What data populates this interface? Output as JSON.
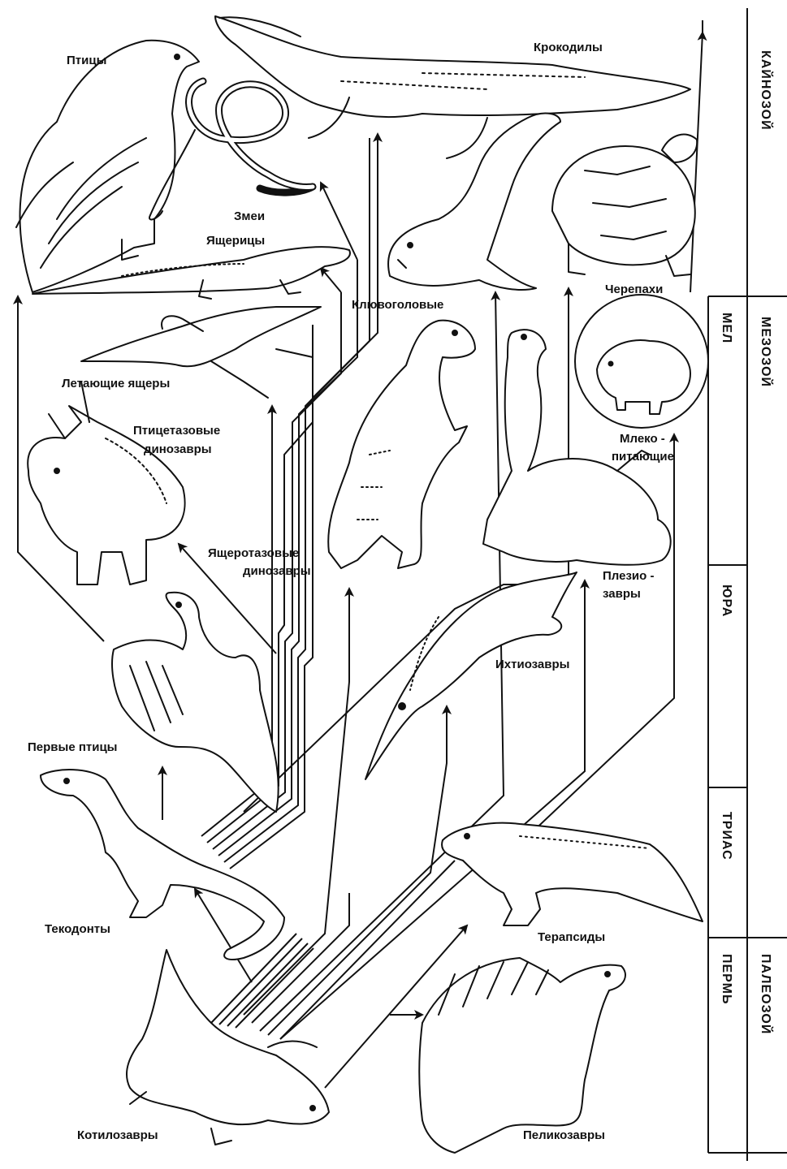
{
  "labels": {
    "ptitsy": "Птицы",
    "krokodily": "Крокодилы",
    "zmei": "Змеи",
    "yashcheritsy": "Ящерицы",
    "klyuvogolovye_1": "Клювоголо",
    "klyuvogolovye_2": "вые",
    "letayushchie": "Летающие ящеры",
    "ptitsetazovye_1": "Птицетазовые",
    "ptitsetazovye_2": "динозавры",
    "yashcherotazovye_1": "Ящеротазовые",
    "yashcherotazovye_2": "динозавры",
    "cherepakhi": "Черепахи",
    "mlekopitayushchie_1": "Млеко -",
    "mlekopitayushchie_2": "питающие",
    "pleziozavry_1": "Плезио -",
    "pleziozavry_2": "завры",
    "ikhtiozavry": "Ихтиозавры",
    "pervye_ptitsy": "Первые птицы",
    "tekodonty": "Текодонты",
    "terapsidy": "Терапсиды",
    "kotilozavry": "Котилозавры",
    "pelikozavry": "Пеликозавры"
  },
  "timeline": {
    "eras": [
      "КАЙНОЗОЙ",
      "МЕЗОЗОЙ",
      "ПАЛЕОЗОЙ"
    ],
    "periods": [
      "МЕЛ",
      "ЮРА",
      "ТРИАС",
      "ПЕРМЬ"
    ]
  },
  "drawings": [
    "bird-eagle",
    "crocodile",
    "snake",
    "lizard",
    "tuatara",
    "turtle",
    "pterosaur",
    "triceratops",
    "theropod",
    "sauropod",
    "mammal",
    "ichthyosaur",
    "archaeopteryx",
    "thecodont",
    "therapsid",
    "cotylosaur",
    "pelycosaur"
  ]
}
